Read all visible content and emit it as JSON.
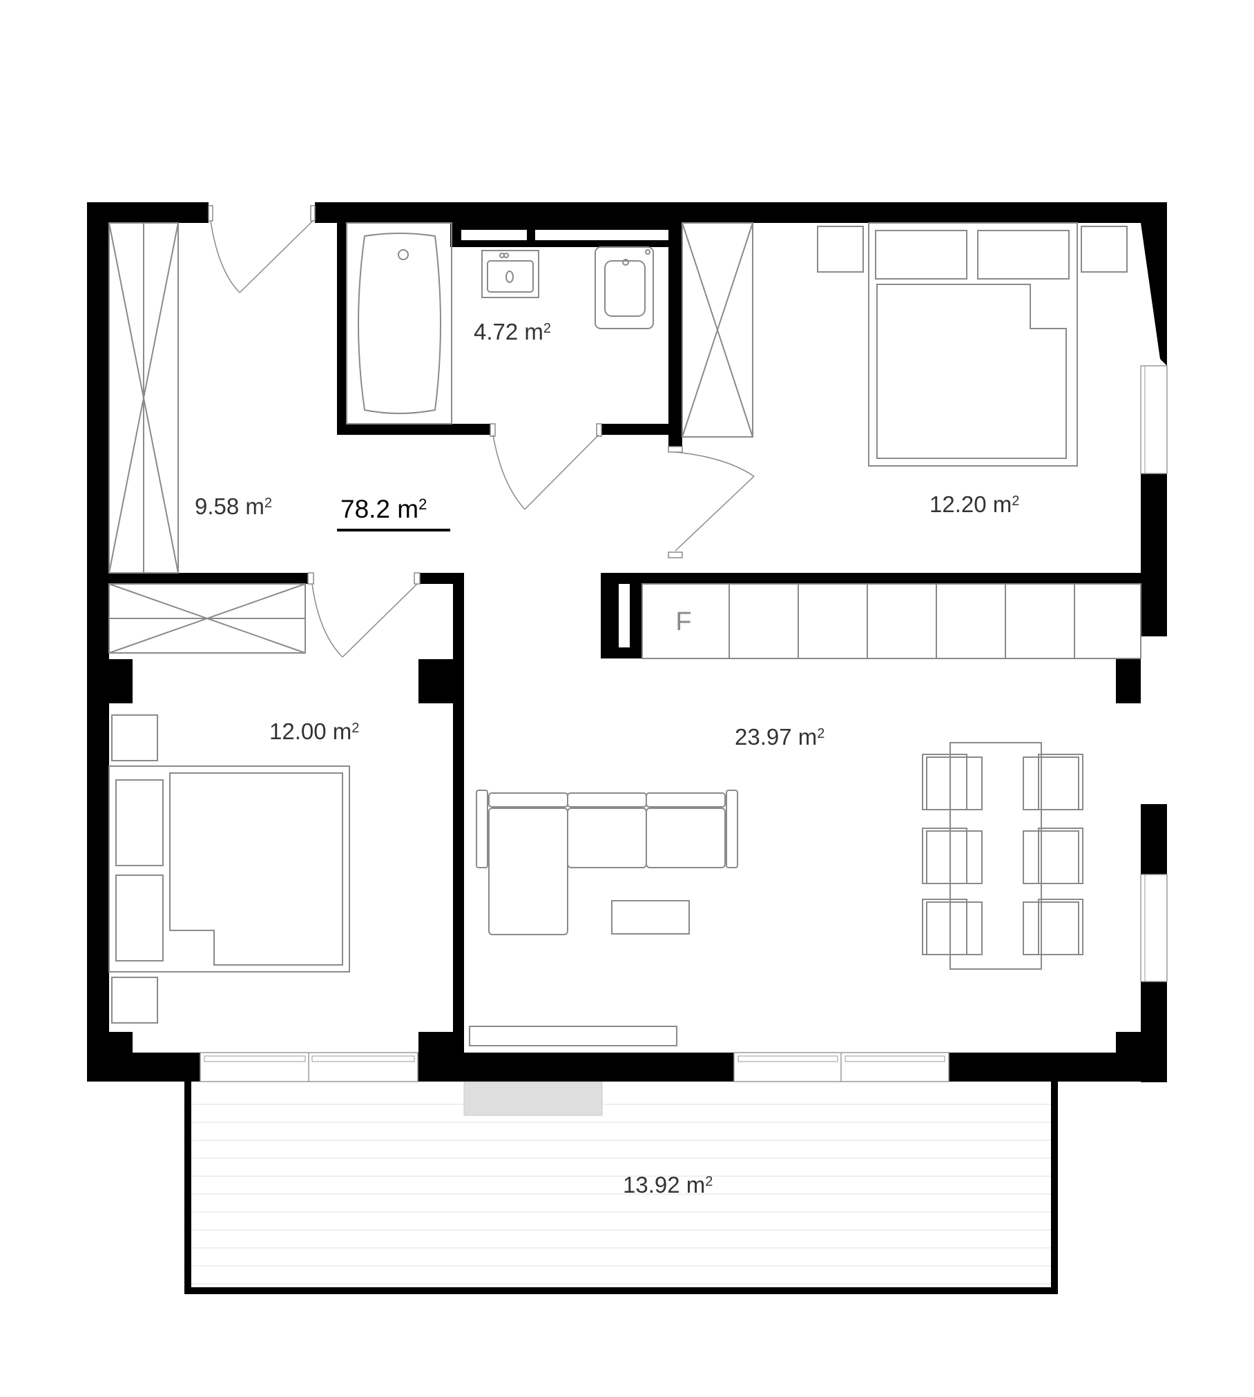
{
  "plan": {
    "total_area": {
      "value": "78.2 m",
      "sup": "2"
    },
    "rooms": [
      {
        "id": "entry-hall",
        "value": "9.58 m",
        "sup": "2"
      },
      {
        "id": "bathroom",
        "value": "4.72 m",
        "sup": "2"
      },
      {
        "id": "bedroom-top",
        "value": "12.20 m",
        "sup": "2"
      },
      {
        "id": "bedroom-left",
        "value": "12.00 m",
        "sup": "2"
      },
      {
        "id": "living-room",
        "value": "23.97 m",
        "sup": "2"
      },
      {
        "id": "terrace",
        "value": "13.92 m",
        "sup": "2"
      }
    ],
    "kitchen_marker": "F"
  }
}
